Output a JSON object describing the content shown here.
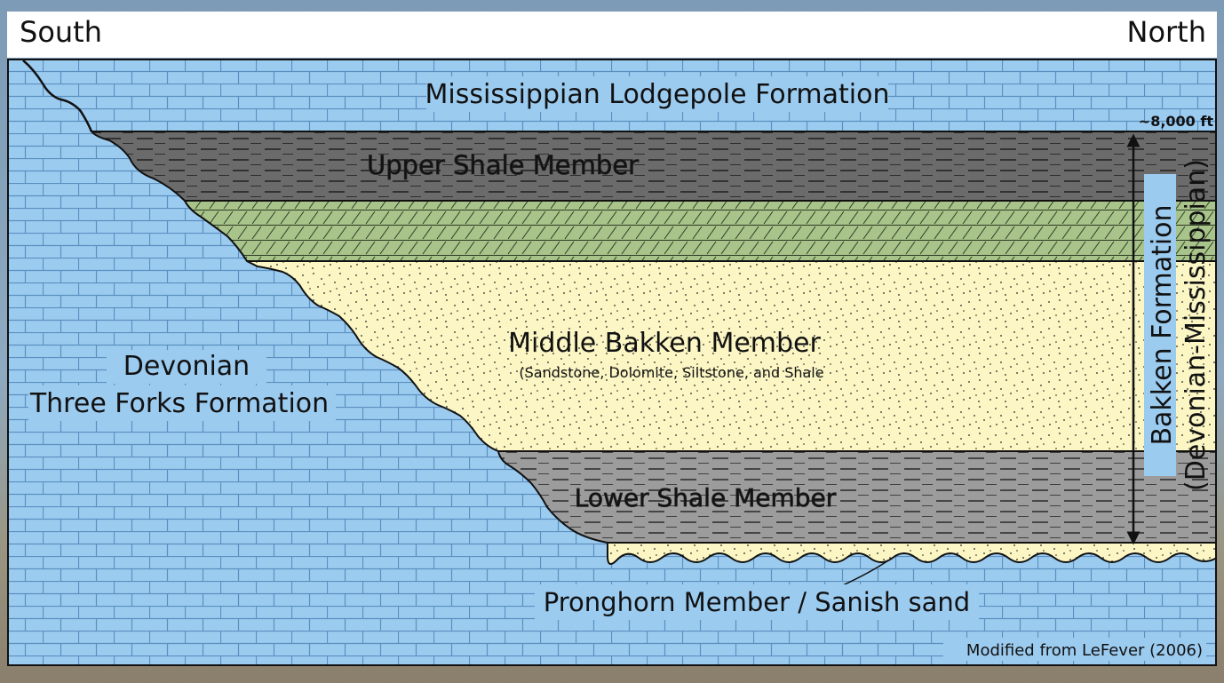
{
  "header": {
    "left": "South",
    "right": "North"
  },
  "labels": {
    "lodgepole": "Mississippian Lodgepole Formation",
    "upper_shale": "Upper Shale Member",
    "middle_bakken": "Middle Bakken Member",
    "middle_bakken_sub": "(Sandstone, Dolomite, Siltstone, and Shale",
    "three_forks_1": "Devonian",
    "three_forks_2": "Three Forks Formation",
    "lower_shale": "Lower Shale Member",
    "pronghorn": "Pronghorn Member / Sanish sand",
    "depth": "~8,000 ft",
    "bakken": "Bakken Formation",
    "bakken_age": "(Devonian-Mississippian)",
    "credit": "Modified from LeFever (2006)"
  },
  "colors": {
    "limestone": "#9ccbf0",
    "shale_upper": "#6d6d6d",
    "dolomite": "#a8c48a",
    "sandstone": "#fbf6c4",
    "shale_lower": "#9a9a9a"
  }
}
